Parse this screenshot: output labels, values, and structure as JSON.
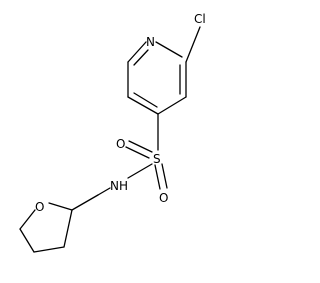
{
  "molecule": {
    "atoms": {
      "cl": "Cl",
      "n_ring": "N",
      "s": "S",
      "o_upper": "O",
      "o_lower": "O",
      "nh": "NH",
      "o_ring": "O"
    }
  }
}
